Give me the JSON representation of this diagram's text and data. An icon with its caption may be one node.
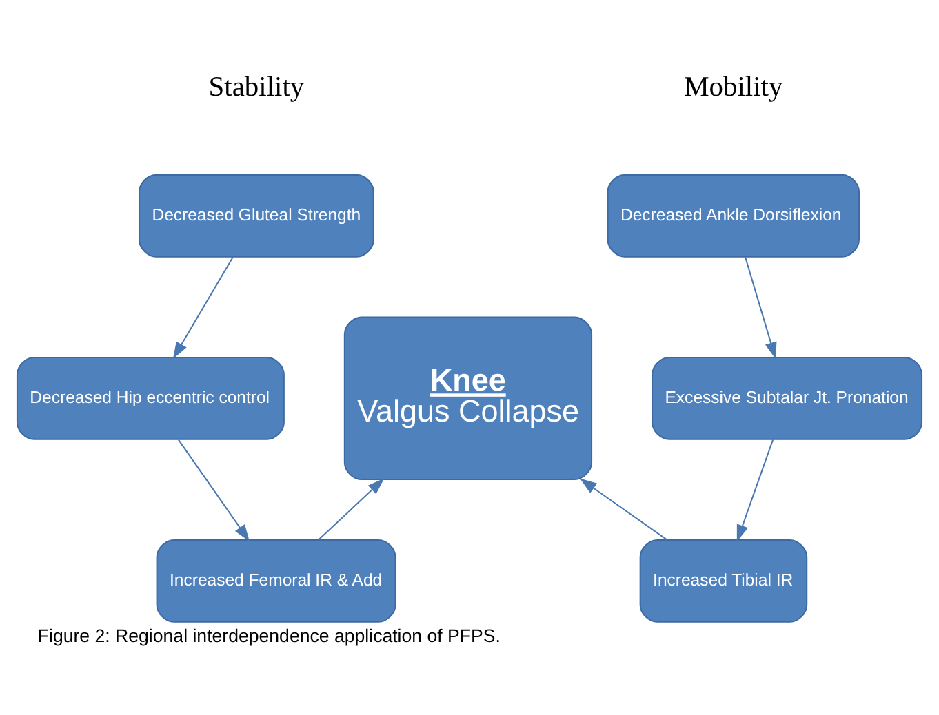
{
  "diagram": {
    "caption": "Figure 2: Regional interdependence application of PFPS.",
    "nodes": [
      {
        "text": [
          "Decreased Gluteal Strength"
        ]
      },
      {
        "text": [
          "Decreased Hip eccentric control"
        ]
      },
      {
        "text": [
          "Increased Femoral IR & Add"
        ]
      },
      {
        "text": [
          "Knee",
          "Valgus Collapse"
        ]
      },
      {
        "text": [
          "Decreased Ankle Dorsiflexion"
        ]
      },
      {
        "text": [
          "Excessive Subtalar Jt. Pronation"
        ]
      },
      {
        "text": [
          "Increased Tibial IR"
        ]
      }
    ],
    "edges": [
      {
        "from": 0,
        "to": 1,
        "arrow": "to"
      },
      {
        "from": 1,
        "to": 2,
        "arrow": "to"
      },
      {
        "from": 2,
        "to": 3,
        "arrow": "to"
      },
      {
        "from": 4,
        "to": 5,
        "arrow": "to"
      },
      {
        "from": 5,
        "to": 6,
        "arrow": "to"
      },
      {
        "from": 6,
        "to": 3,
        "arrow": "to"
      }
    ],
    "labels": [
      "Stability",
      "Mobility"
    ]
  }
}
